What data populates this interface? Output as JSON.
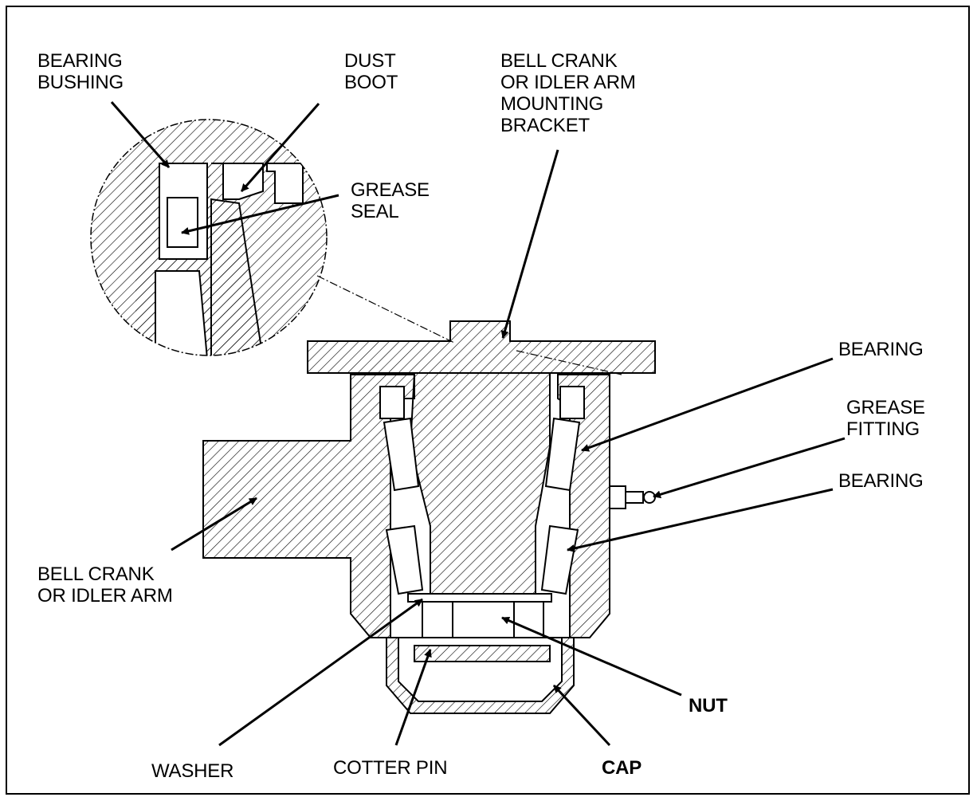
{
  "labels": {
    "bearing_bushing": "BEARING\nBUSHING",
    "dust_boot": "DUST\nBOOT",
    "mounting_bracket": "BELL CRANK\nOR IDLER ARM\nMOUNTING\nBRACKET",
    "grease_seal": "GREASE\nSEAL",
    "bearing_upper": "BEARING",
    "grease_fitting": "GREASE\nFITTING",
    "bearing_lower": "BEARING",
    "bell_crank": "BELL CRANK\nOR IDLER ARM",
    "nut": "NUT",
    "washer": "WASHER",
    "cotter_pin": "COTTER PIN",
    "cap": "CAP"
  }
}
